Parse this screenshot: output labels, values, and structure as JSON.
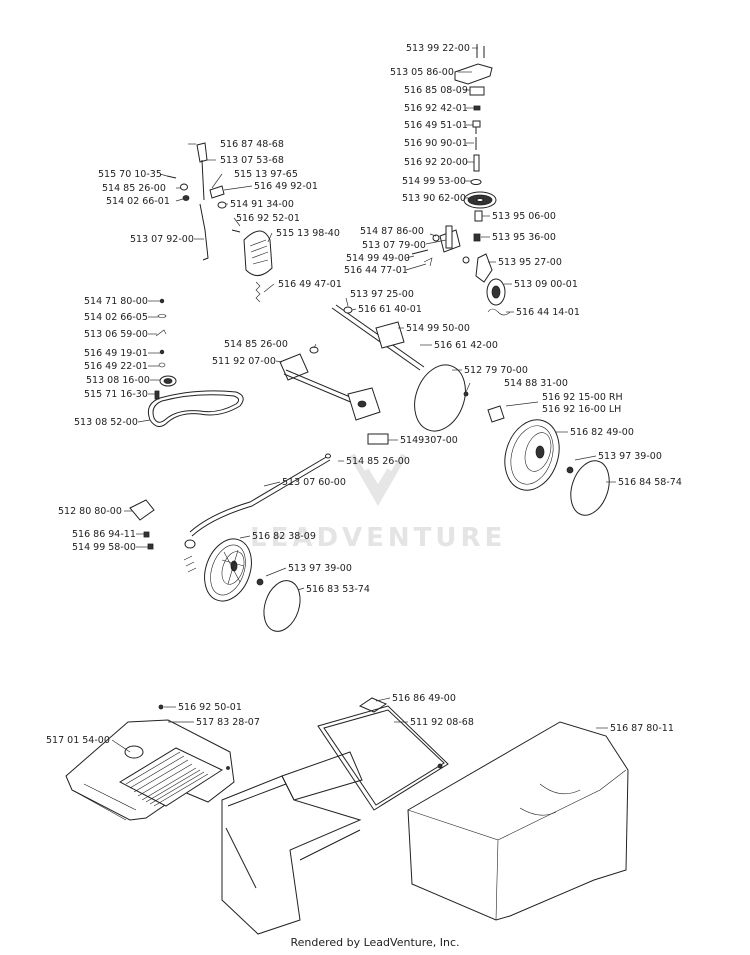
{
  "watermark": "LEADVENTURE",
  "footer": "Rendered by LeadVenture, Inc.",
  "labels": [
    "513 99 22-00",
    "513 05 86-00",
    "516 85 08-09",
    "516 92 42-01",
    "516 49 51-01",
    "516 90 90-01",
    "516 92 20-00",
    "514 99 53-00",
    "513 90 62-00",
    "513 95 06-00",
    "513 95 36-00",
    "513 95 27-00",
    "513 09 00-01",
    "516 44 14-01",
    "514 87 86-00",
    "513 07 79-00",
    "514 99 49-00",
    "516 44 77-01",
    "516 87 48-68",
    "513 07 53-68",
    "515 70 10-35",
    "515 13 97-65",
    "514 85 26-00",
    "516 49 92-01",
    "514 02 66-01",
    "514 91 34-00",
    "516 92 52-01",
    "513 07 92-00",
    "515 13 98-40",
    "516 49 47-01",
    "513 97 25-00",
    "516 61 40-01",
    "514 71 80-00",
    "514 02 66-05",
    "514 99 50-00",
    "513 06 59-00",
    "514 85 26-00",
    "516 61 42-00",
    "516 49 19-01",
    "511 92 07-00",
    "516 49 22-01",
    "512 79 70-00",
    "513 08 16-00",
    "514 88 31-00",
    "515 71 16-30",
    "516 92 15-00 RH",
    "516 92 16-00 LH",
    "513 08 52-00",
    "5149307-00",
    "516 82 49-00",
    "514 85 26-00",
    "513 97 39-00",
    "513 07 60-00",
    "516 84 58-74",
    "512 80 80-00",
    "516 82 38-09",
    "516 86 94-11",
    "514 99 58-00",
    "513 97 39-00",
    "516 83 53-74",
    "516 92 50-01",
    "517 83 28-07",
    "516 86 49-00",
    "511 92 08-68",
    "516 87 80-11",
    "517 01 54-00"
  ]
}
